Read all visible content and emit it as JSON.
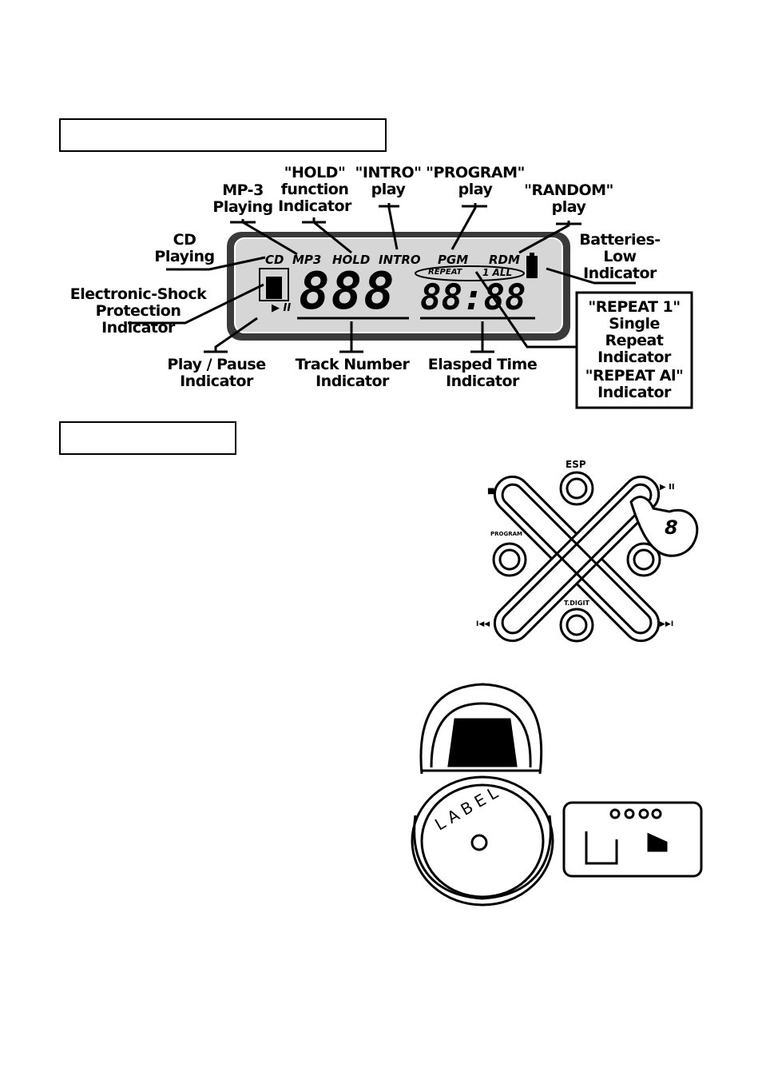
{
  "headings": {
    "lcd_section": "",
    "controls_section": ""
  },
  "callouts": {
    "cd_playing": "CD\nPlaying",
    "mp3_playing": "MP-3\nPlaying",
    "hold_function": "\"HOLD\"\nfunction\nIndicator",
    "intro_play": "\"INTRO\"\nplay",
    "program_play": "\"PROGRAM\"\nplay",
    "random_play": "\"RANDOM\"\nplay",
    "batteries_low": "Batteries-\nLow\nIndicator",
    "esp_indicator": "Electronic-Shock\nProtection Indicator",
    "play_pause": "Play / Pause\nIndicator",
    "track_number": "Track Number\nIndicator",
    "elapsed_time": "Elasped Time\nIndicator",
    "repeat_1": "\"REPEAT 1\"\nSingle Repeat\nIndicator",
    "repeat_all": "\"REPEAT Al\"\nIndicator"
  },
  "lcd": {
    "cd": "CD",
    "mp3": "MP3",
    "hold": "HOLD",
    "intro": "INTRO",
    "pgm": "PGM",
    "rdm": "RDM",
    "repeat": "REPEAT",
    "one_all": "1 ALL",
    "track_digits": "888",
    "time_digits": "88:88",
    "play_pause_symbol": "▶ II"
  },
  "controls": {
    "esp": "ESP",
    "play_pause": "▶ II",
    "stop": "■",
    "program": "PROGRAM",
    "tdigit": "T.DIGIT",
    "prev": "I◀◀",
    "next": "▶▶I",
    "finger_digit": "8"
  },
  "player_illustration": {
    "disc_label": "LABEL"
  }
}
